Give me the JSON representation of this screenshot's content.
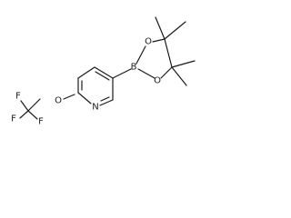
{
  "atoms": {
    "F1": "F",
    "F2": "F",
    "F3": "F",
    "O_ether": "O",
    "N": "N",
    "B": "B",
    "O_ring1": "O",
    "O_ring2": "O"
  },
  "colors": {
    "bond": "#1a1a1a",
    "background": "#ffffff"
  }
}
